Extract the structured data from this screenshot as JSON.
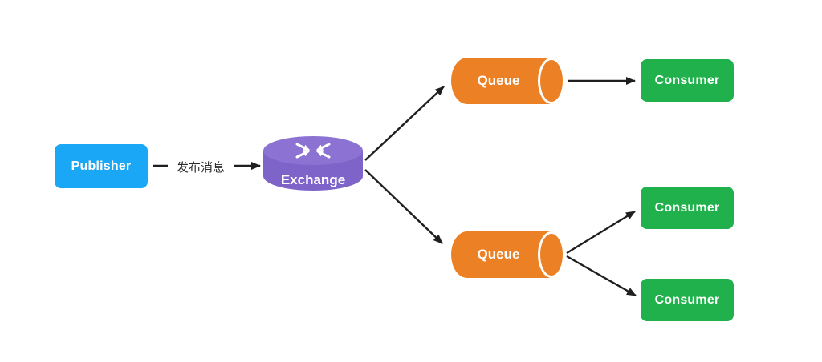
{
  "diagram": {
    "colors": {
      "background": "#ffffff",
      "publisher": "#1aa7f5",
      "exchange-top": "#8c72d2",
      "exchange-body": "#7e63c8",
      "queue": "#ec8025",
      "consumer": "#21b14c",
      "arrow": "#1f1f1f"
    },
    "nodes": {
      "publisher": {
        "label": "Publisher"
      },
      "exchange": {
        "label": "Exchange",
        "icon": "route-icon"
      },
      "queue_top": {
        "label": "Queue"
      },
      "queue_bottom": {
        "label": "Queue"
      },
      "consumer_top": {
        "label": "Consumer"
      },
      "consumer_mid": {
        "label": "Consumer"
      },
      "consumer_bottom": {
        "label": "Consumer"
      }
    },
    "edges": {
      "publish_label": "发布消息"
    }
  }
}
